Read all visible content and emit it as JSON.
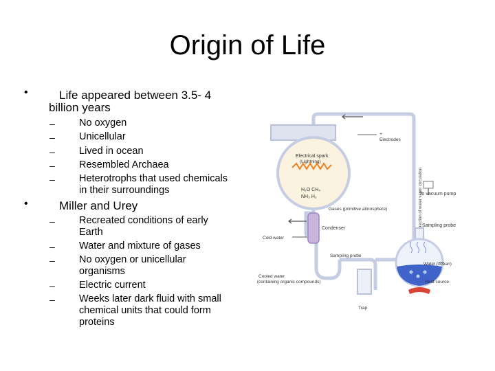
{
  "title": "Origin of Life",
  "bullets": [
    {
      "text": "Life appeared between 3.5- 4 billion years",
      "subs": [
        "No oxygen",
        "Unicellular",
        "Lived in ocean",
        "Resembled Archaea",
        "Heterotrophs that used chemicals in their surroundings"
      ]
    },
    {
      "text": "Miller and Urey",
      "subs": [
        "Recreated conditions of early Earth",
        "Water and mixture of gases",
        "No oxygen or unicellular organisms",
        "Electric current",
        "Weeks later dark fluid with small chemical units that could form proteins"
      ]
    }
  ],
  "bullet_glyph": "•",
  "dash_glyph": "–",
  "diagram": {
    "electrodes": "Electrodes",
    "spark": "Electrical spark",
    "lightning": "(Lightning)",
    "gases_row1": "H₂O  CH₄",
    "gases_row2": "NH₃  H₂",
    "gases_label": "Gases (primitive atmosphere)",
    "vacuum": "To vacuum pump",
    "circulation": "Direction of water vapor circulation",
    "condenser": "Condenser",
    "cold_water": "Cold water",
    "sampling1": "Sampling probe",
    "sampling2": "Sampling probe",
    "water": "Water (ocean)",
    "heat": "Heat source",
    "cooled1": "Cooled water",
    "cooled2": "(containing organic compounds)",
    "trap": "Trap"
  }
}
